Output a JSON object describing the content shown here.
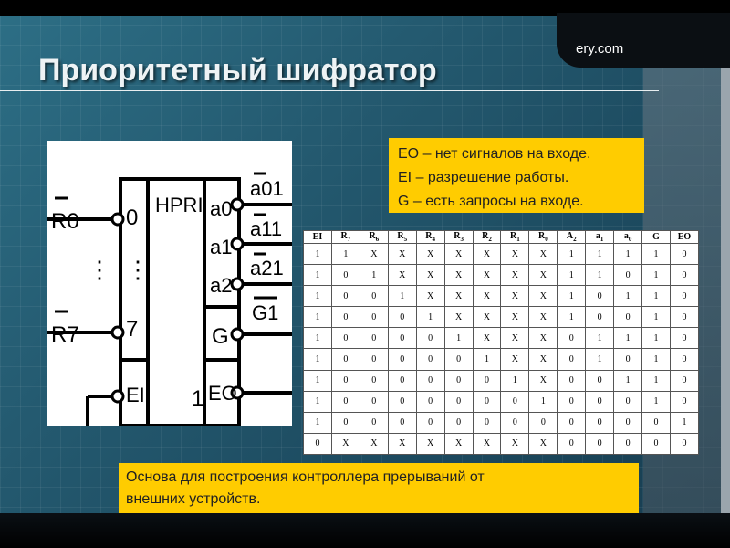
{
  "slide": {
    "title": "Приоритетный шифратор",
    "site": "ery.com"
  },
  "diagram": {
    "block_name": "HPRI",
    "left_labels": [
      "0",
      "7"
    ],
    "enable_label": "EI",
    "one_label": "1",
    "right_labels": [
      "a0",
      "a1",
      "a2",
      "G",
      "EO"
    ],
    "inputs": [
      "R0",
      "R7"
    ],
    "outputs": [
      "a01",
      "a11",
      "a21",
      "G1"
    ],
    "dots": "⋮"
  },
  "note_top": {
    "lines": [
      "ЕО – нет сигналов на входе.",
      "EI – разрешение работы.",
      "G – есть запросы на входе."
    ]
  },
  "note_bottom": {
    "text_line1": "Основа для построения контроллера прерываний от",
    "text_line2": "внешних устройств."
  },
  "table": {
    "headers": [
      {
        "base": "EI",
        "sub": ""
      },
      {
        "base": "R",
        "sub": "7"
      },
      {
        "base": "R",
        "sub": "6"
      },
      {
        "base": "R",
        "sub": "5"
      },
      {
        "base": "R",
        "sub": "4"
      },
      {
        "base": "R",
        "sub": "3"
      },
      {
        "base": "R",
        "sub": "2"
      },
      {
        "base": "R",
        "sub": "1"
      },
      {
        "base": "R",
        "sub": "0"
      },
      {
        "base": "A",
        "sub": "2"
      },
      {
        "base": "a",
        "sub": "1"
      },
      {
        "base": "a",
        "sub": "0"
      },
      {
        "base": "G",
        "sub": ""
      },
      {
        "base": "EO",
        "sub": ""
      }
    ],
    "rows": [
      [
        "1",
        "1",
        "X",
        "X",
        "X",
        "X",
        "X",
        "X",
        "X",
        "1",
        "1",
        "1",
        "1",
        "0"
      ],
      [
        "1",
        "0",
        "1",
        "X",
        "X",
        "X",
        "X",
        "X",
        "X",
        "1",
        "1",
        "0",
        "1",
        "0"
      ],
      [
        "1",
        "0",
        "0",
        "1",
        "X",
        "X",
        "X",
        "X",
        "X",
        "1",
        "0",
        "1",
        "1",
        "0"
      ],
      [
        "1",
        "0",
        "0",
        "0",
        "1",
        "X",
        "X",
        "X",
        "X",
        "1",
        "0",
        "0",
        "1",
        "0"
      ],
      [
        "1",
        "0",
        "0",
        "0",
        "0",
        "1",
        "X",
        "X",
        "X",
        "0",
        "1",
        "1",
        "1",
        "0"
      ],
      [
        "1",
        "0",
        "0",
        "0",
        "0",
        "0",
        "1",
        "X",
        "X",
        "0",
        "1",
        "0",
        "1",
        "0"
      ],
      [
        "1",
        "0",
        "0",
        "0",
        "0",
        "0",
        "0",
        "1",
        "X",
        "0",
        "0",
        "1",
        "1",
        "0"
      ],
      [
        "1",
        "0",
        "0",
        "0",
        "0",
        "0",
        "0",
        "0",
        "1",
        "0",
        "0",
        "0",
        "1",
        "0"
      ],
      [
        "1",
        "0",
        "0",
        "0",
        "0",
        "0",
        "0",
        "0",
        "0",
        "0",
        "0",
        "0",
        "0",
        "1"
      ],
      [
        "0",
        "X",
        "X",
        "X",
        "X",
        "X",
        "X",
        "X",
        "X",
        "0",
        "0",
        "0",
        "0",
        "0"
      ]
    ]
  }
}
